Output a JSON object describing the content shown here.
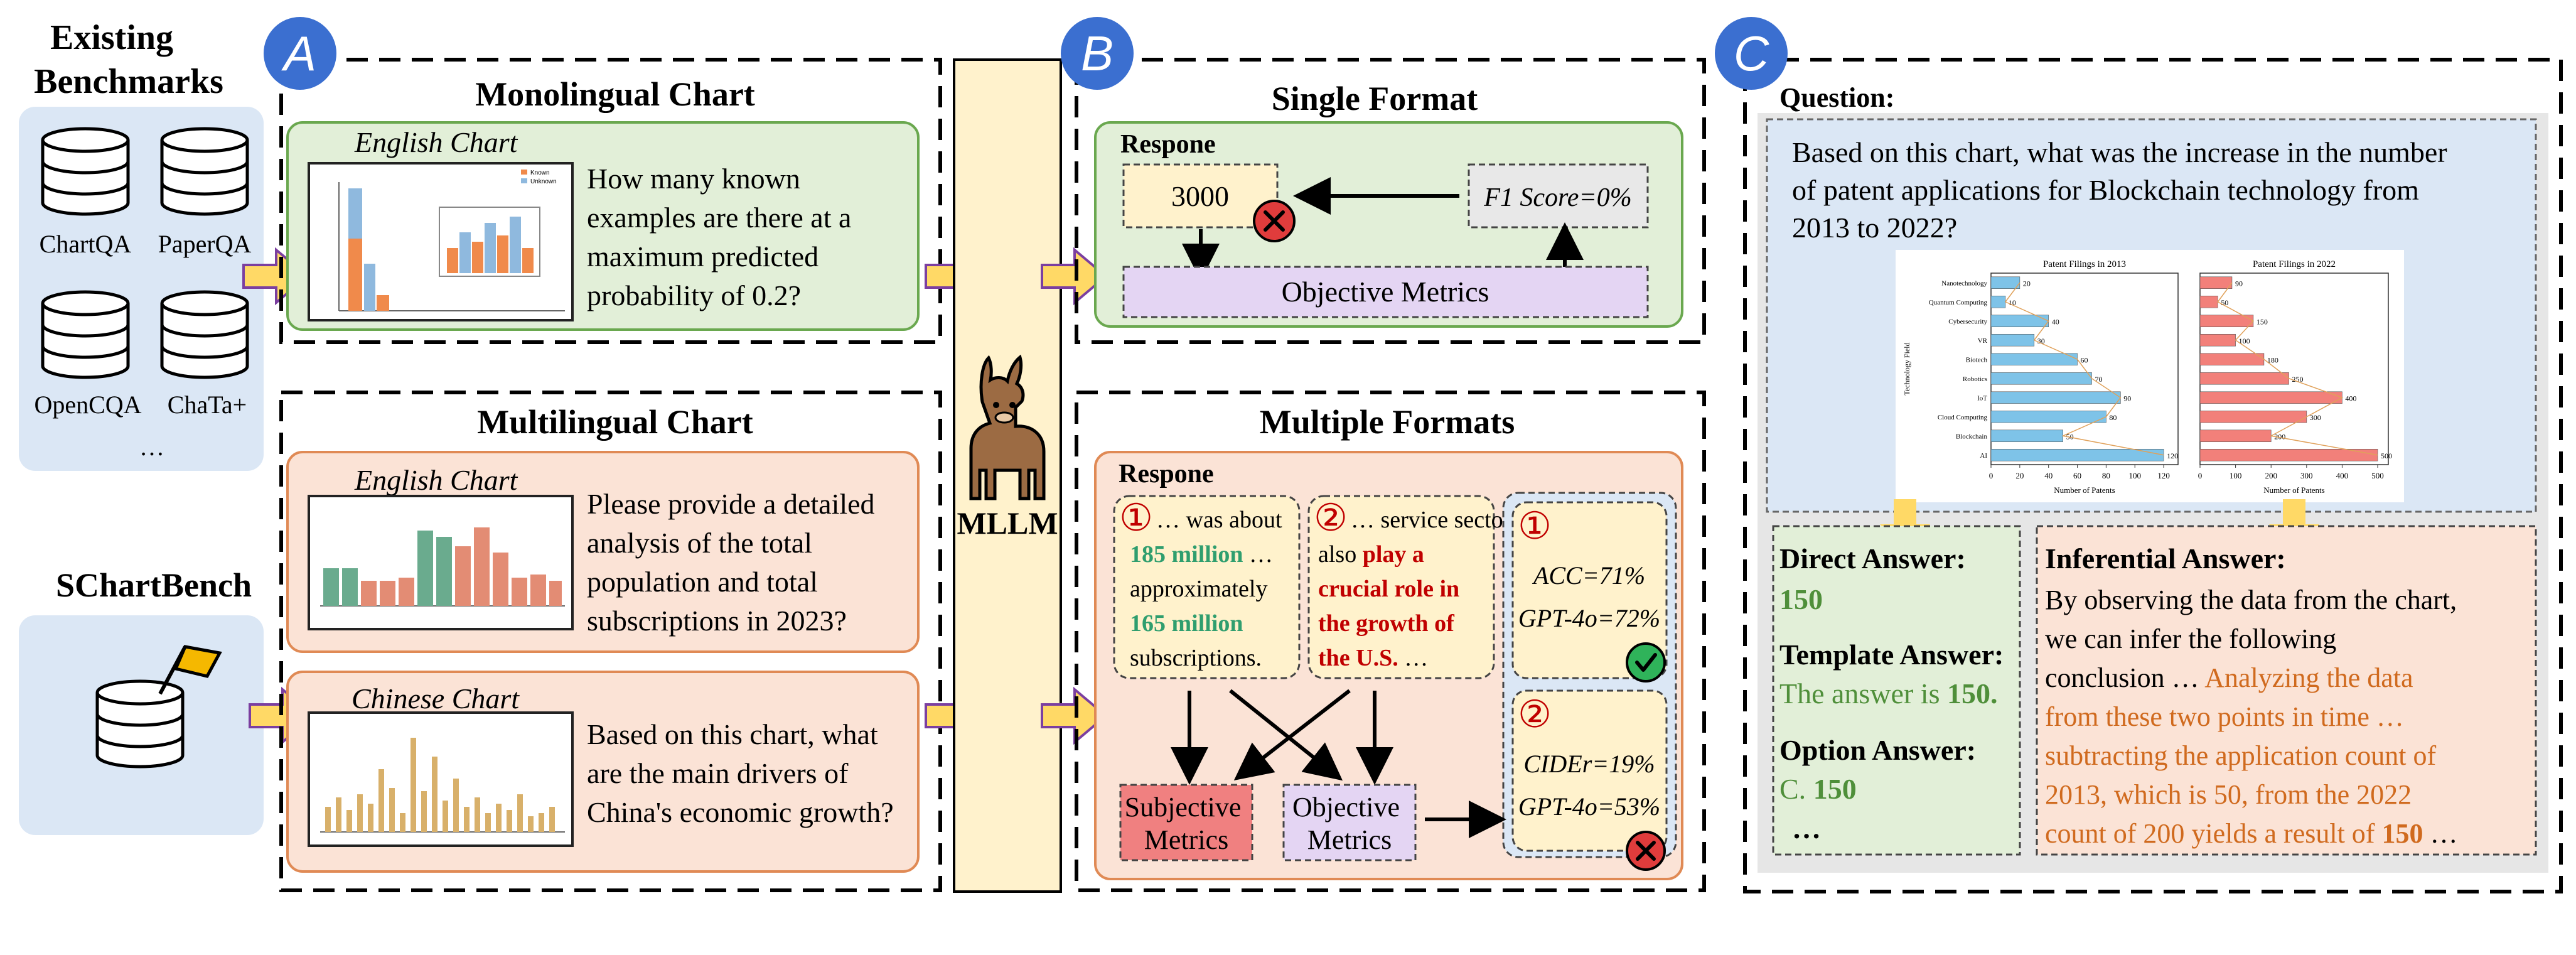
{
  "colors": {
    "circle_blue": "#3b6fd0",
    "green_fill": "#e2efd8",
    "green_stroke": "#6aa84f",
    "orange_fill": "#fbe3d6",
    "orange_stroke": "#e08a55",
    "blue_panel": "#dbe7f5",
    "yellow_fill": "#fff2cc",
    "purple_fill": "#e4d5f3",
    "red_fill": "#f08080",
    "green_text": "#4f8f3a",
    "teal_text": "#2f9e6e",
    "red_text": "#c00000",
    "orange_text": "#d06a1e",
    "arrow_yellow": "#ffd966",
    "arrow_outline": "#7b3fa0"
  },
  "left": {
    "existing_title_1": "Existing",
    "existing_title_2": "Benchmarks",
    "databases": [
      "ChartQA",
      "PaperQA",
      "OpenCQA",
      "ChaTa+"
    ],
    "ellipsis": "…",
    "schartbench_title": "SChartBench"
  },
  "section_a": {
    "letter": "A",
    "mono_title": "Monolingual Chart",
    "mono_chart_label": "English Chart",
    "mono_question": [
      "How many known",
      "examples are there at a",
      "maximum predicted",
      "probability of 0.2?"
    ],
    "mono_thumb_legend": [
      "Known",
      "Unknown"
    ],
    "multi_title": "Multilingual Chart",
    "multi_en_label": "English Chart",
    "multi_en_question": [
      "Please provide a detailed",
      "analysis of the total",
      "population and total",
      "subscriptions in 2023?"
    ],
    "multi_zh_label": "Chinese Chart",
    "multi_zh_question": [
      "Based on this chart, what",
      "are the main drivers of",
      "China's economic growth?"
    ]
  },
  "mllm": {
    "label": "MLLM"
  },
  "section_b": {
    "letter": "B",
    "single_title": "Single Format",
    "single_respone": "Respone",
    "single_value": "3000",
    "single_f1": "F1 Score=0%",
    "single_metric": "Objective Metrics",
    "multi_title": "Multiple Formats",
    "multi_respone": "Respone",
    "card1_num": "①",
    "card1_lines": [
      {
        "t": "… was about",
        "s": "plain"
      },
      {
        "t": "185 million",
        "s": "teal",
        "after": " …"
      },
      {
        "t": "approximately",
        "s": "plain"
      },
      {
        "t": "165 million",
        "s": "teal"
      },
      {
        "t": "subscriptions.",
        "s": "plain"
      }
    ],
    "card2_num": "②",
    "card2_lines": [
      {
        "t": "… service sector",
        "s": "plain"
      },
      {
        "t": "also ",
        "s": "plain",
        "after_bold": "play a"
      },
      {
        "t": "crucial role in",
        "s": "red"
      },
      {
        "t": "the growth of",
        "s": "red"
      },
      {
        "t": "the U.S.",
        "s": "red",
        "after": " …"
      }
    ],
    "score1_num": "①",
    "score1_a": "ACC=71%",
    "score1_b": "GPT-4o=72%",
    "score2_num": "②",
    "score2_a": "CIDEr=19%",
    "score2_b": "GPT-4o=53%",
    "subjective": [
      "Subjective",
      "Metrics"
    ],
    "objective": [
      "Objective",
      "Metrics"
    ]
  },
  "section_c": {
    "letter": "C",
    "question_label": "Question:",
    "question_lines": [
      "Based on this chart, what was the increase in the number",
      "of patent applications for Blockchain technology from",
      "2013 to 2022?"
    ],
    "direct_label": "Direct Answer:",
    "direct_value": "150",
    "template_label": "Template Answer:",
    "template_text": "The answer is ",
    "template_value": "150.",
    "option_label": "Option Answer:",
    "option_text": "C. ",
    "option_value": "150",
    "option_more": "…",
    "inferential_label": "Inferential Answer:",
    "inferential_black": [
      "By observing the data from the chart,",
      "we can infer the following",
      "conclusion … "
    ],
    "inferential_orange": [
      "Analyzing the data",
      "from these two points in time …",
      "subtracting the application count of",
      "2013, which is 50, from the 2022",
      "count of 200 yields a result of "
    ],
    "inferential_bold": "150",
    "inferential_end": " …"
  },
  "chart_data": [
    {
      "type": "bar",
      "orientation": "horizontal",
      "title": "Patent Filings in 2013",
      "ylabel": "Technology Field",
      "xlabel": "Number of Patents",
      "categories": [
        "Nanotechnology",
        "Quantum Computing",
        "Cybersecurity",
        "VR",
        "Biotech",
        "Robotics",
        "IoT",
        "Cloud Computing",
        "Blockchain",
        "AI"
      ],
      "values": [
        20,
        10,
        40,
        30,
        60,
        70,
        90,
        80,
        50,
        120
      ],
      "xticks": [
        0,
        20,
        40,
        60,
        80,
        100,
        120
      ],
      "xlim": [
        0,
        130
      ],
      "color": "#7ec3e8"
    },
    {
      "type": "bar",
      "orientation": "horizontal",
      "title": "Patent Filings in 2022",
      "xlabel": "Number of Patents",
      "categories": [
        "Nanotechnology",
        "Quantum Computing",
        "Cybersecurity",
        "VR",
        "Biotech",
        "Robotics",
        "IoT",
        "Cloud Computing",
        "Blockchain",
        "AI"
      ],
      "values": [
        90,
        50,
        150,
        100,
        180,
        250,
        400,
        300,
        200,
        500
      ],
      "xticks": [
        0,
        100,
        200,
        300,
        400,
        500
      ],
      "xlim": [
        0,
        530
      ],
      "color": "#f2807a"
    }
  ]
}
